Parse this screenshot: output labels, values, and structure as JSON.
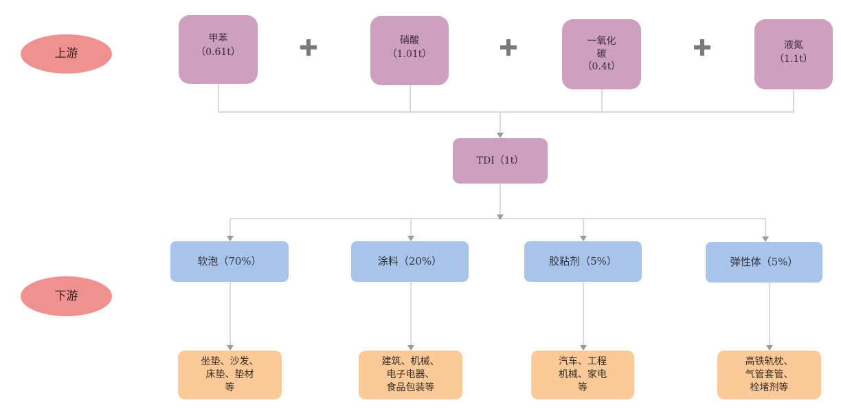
{
  "stages": {
    "upstream": "上游",
    "downstream": "下游"
  },
  "inputs": [
    {
      "name": "甲苯",
      "amount": "（0.61t）"
    },
    {
      "name": "硝酸",
      "amount": "（1.01t）"
    },
    {
      "name_lines": [
        "一氧化",
        "碳"
      ],
      "amount": "（0.4t）"
    },
    {
      "name": "液氮",
      "amount": "（1.1t）"
    }
  ],
  "operator_symbol": "+",
  "product": {
    "label": "TDI（1t）"
  },
  "applications": [
    {
      "label": "软泡（70%）",
      "share_percent": 70
    },
    {
      "label": "涂料（20%）",
      "share_percent": 20
    },
    {
      "label": "胶粘剂（5%）",
      "share_percent": 5
    },
    {
      "label": "弹性体（5%）",
      "share_percent": 5
    }
  ],
  "end_uses": [
    {
      "lines": [
        "坐垫、沙发、",
        "床垫、垫材",
        "等"
      ]
    },
    {
      "lines": [
        "建筑、机械、",
        "电子电器、",
        "食品包装等"
      ]
    },
    {
      "lines": [
        "汽车、工程",
        "机械、家电",
        "等"
      ]
    },
    {
      "lines": [
        "高铁轨枕、",
        "气管套管、",
        "栓堵剂等"
      ]
    }
  ],
  "colors": {
    "stage": "#ef9191",
    "input": "#cda0bf",
    "application": "#a9c4ea",
    "end_use": "#fcc999",
    "connector": "#c8c8c8",
    "arrowhead": "#9a9a9a",
    "plus": "#7a7a7a"
  }
}
